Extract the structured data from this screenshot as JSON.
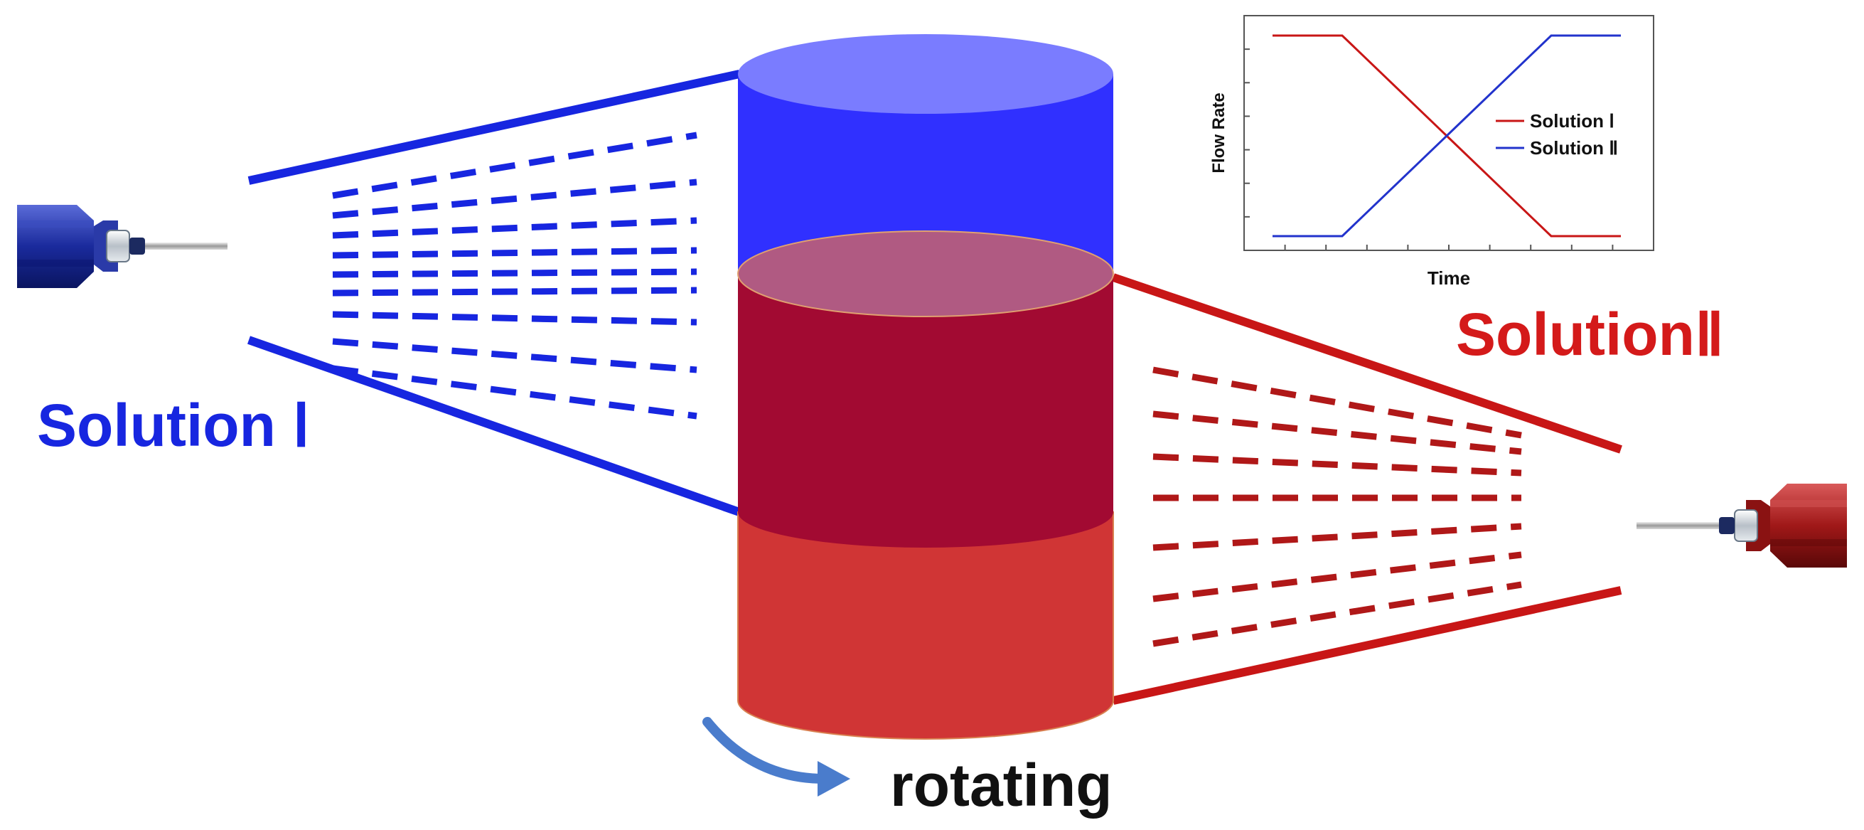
{
  "labels": {
    "solution_one": "Solution Ⅰ",
    "solution_two": "SolutionⅡ",
    "rotating": "rotating"
  },
  "colors": {
    "blue_stream": "#1726e0",
    "red_stream": "#c81616",
    "cylinder_top": "#3030ff",
    "cylinder_middle": "#a20a32",
    "cylinder_bottom": "#d03535",
    "arrow": "#4a7ccc"
  },
  "icons": {
    "left_nozzle": "blue-nozzle-icon",
    "right_nozzle": "red-nozzle-icon",
    "rotation": "curved-arrow-icon"
  },
  "chart_data": {
    "type": "line",
    "xlabel": "Time",
    "ylabel": "Flow Rate",
    "x_ticks_labeled": false,
    "y_ticks_labeled": false,
    "legend": "center-right",
    "series": [
      {
        "name": "Solution Ⅰ",
        "color": "#c81616",
        "x": [
          0,
          0.2,
          0.8,
          1.0
        ],
        "y": [
          1,
          1,
          0,
          0
        ]
      },
      {
        "name": "Solution Ⅱ",
        "color": "#2233cc",
        "x": [
          0,
          0.2,
          0.8,
          1.0
        ],
        "y": [
          0,
          0,
          1,
          1
        ]
      }
    ]
  }
}
